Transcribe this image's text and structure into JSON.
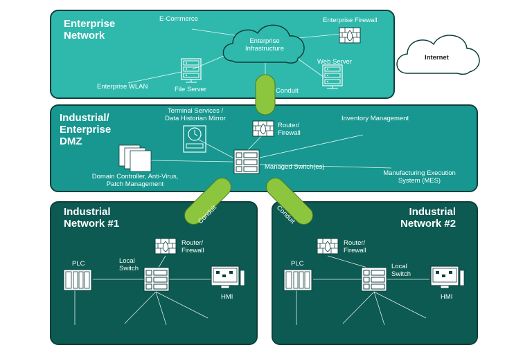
{
  "zones": {
    "enterprise": {
      "title": "Enterprise\nNetwork"
    },
    "dmz": {
      "title": "Industrial/\nEnterprise\nDMZ"
    },
    "ind1": {
      "title": "Industrial\nNetwork #1"
    },
    "ind2": {
      "title": "Industrial\nNetwork #2"
    }
  },
  "labels": {
    "ecommerce": "E-Commerce",
    "enterprise_firewall": "Enterprise Firewall",
    "enterprise_infrastructure": "Enterprise\nInfrastructure",
    "internet": "Internet",
    "web_server": "Web Server",
    "file_server": "File Server",
    "enterprise_wlan": "Enterprise WLAN",
    "conduit": "Conduit",
    "terminal_services": "Terminal Services /\nData Historian Mirror",
    "dmz_router": "Router/\nFirewall",
    "inventory": "Inventory Management",
    "domain_controller": "Domain Controller, Anti-Virus,\nPatch Management",
    "managed_switch": "Managed Switch(es)",
    "mes": "Manufacturing Execution\nSystem (MES)",
    "ind1_router": "Router/\nFirewall",
    "ind1_plc": "PLC",
    "ind1_switch": "Local\nSwitch",
    "ind1_hmi": "HMI",
    "ind2_router": "Router/\nFirewall",
    "ind2_plc": "PLC",
    "ind2_switch": "Local\nSwitch",
    "ind2_hmi": "HMI"
  },
  "colors": {
    "enterprise_zone": "#2fb9ad",
    "dmz_zone": "#17978f",
    "industrial_zone": "#0c5a52",
    "conduit": "#8cc63f",
    "border": "#0f3f3c"
  },
  "icons": [
    "cloud-icon",
    "firewall-icon",
    "server-icon",
    "clock-icon",
    "switch-icon",
    "plc-icon",
    "hmi-icon"
  ]
}
